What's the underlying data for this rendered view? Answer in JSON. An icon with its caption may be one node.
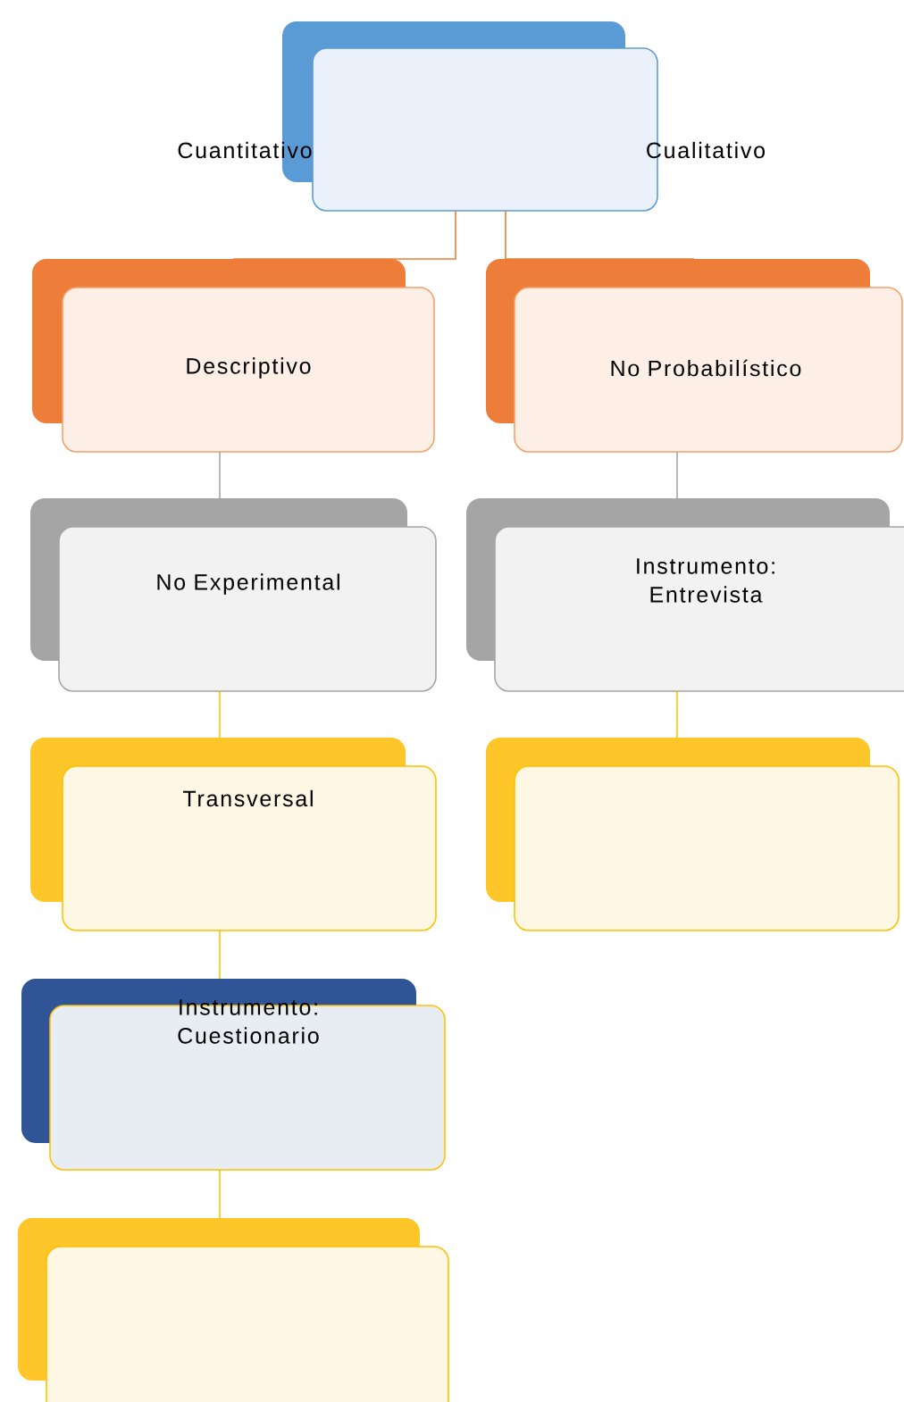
{
  "diagram": {
    "nodes": [
      {
        "text": [
          "Cuantitativo",
          "Cualitativo"
        ]
      },
      {
        "text": [
          "Descriptivo"
        ]
      },
      {
        "text": [
          "No Probabilístico"
        ]
      },
      {
        "text": [
          "No Experimental"
        ]
      },
      {
        "text": [
          "Instrumento: Entrevista"
        ]
      },
      {
        "text": [
          "Transversal"
        ]
      },
      {
        "text": [],
        "shape": "box"
      },
      {
        "text": [
          "Instrumento: Cuestionario"
        ]
      },
      {
        "text": [],
        "shape": "box"
      }
    ],
    "edges": [
      {
        "from": 0,
        "to": 1,
        "arrow": "none",
        "color": "#ed7d31"
      },
      {
        "from": 0,
        "to": 2,
        "arrow": "none",
        "color": "#ed7d31"
      },
      {
        "from": 1,
        "to": 3,
        "arrow": "none",
        "color": "#a5a5a5"
      },
      {
        "from": 2,
        "to": 4,
        "arrow": "none",
        "color": "#a5a5a5"
      },
      {
        "from": 3,
        "to": 5,
        "arrow": "none"
      },
      {
        "from": 4,
        "to": 6,
        "arrow": "none"
      },
      {
        "from": 5,
        "to": 7,
        "arrow": "none"
      },
      {
        "from": 7,
        "to": 8,
        "arrow": "none"
      }
    ]
  }
}
